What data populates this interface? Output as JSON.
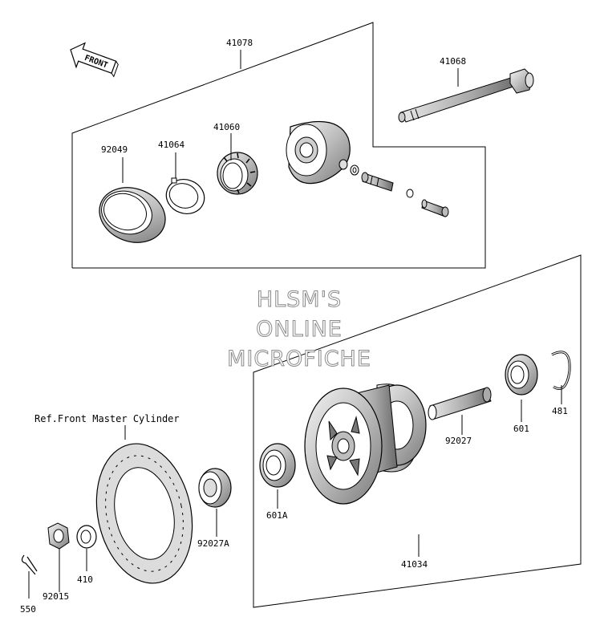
{
  "watermark": {
    "line1": "HLSM'S",
    "line2": "ONLINE",
    "line3": "MICROFICHE"
  },
  "front_arrow": {
    "label": "FRONT"
  },
  "reference": {
    "label": "Ref.Front Master Cylinder"
  },
  "parts": {
    "p41078": "41078",
    "p41068": "41068",
    "p92049": "92049",
    "p41064": "41064",
    "p41060": "41060",
    "p92027": "92027",
    "p601": "601",
    "p481": "481",
    "p601A": "601A",
    "p92027A": "92027A",
    "p410": "410",
    "p92015": "92015",
    "p550": "550",
    "p41034": "41034"
  }
}
